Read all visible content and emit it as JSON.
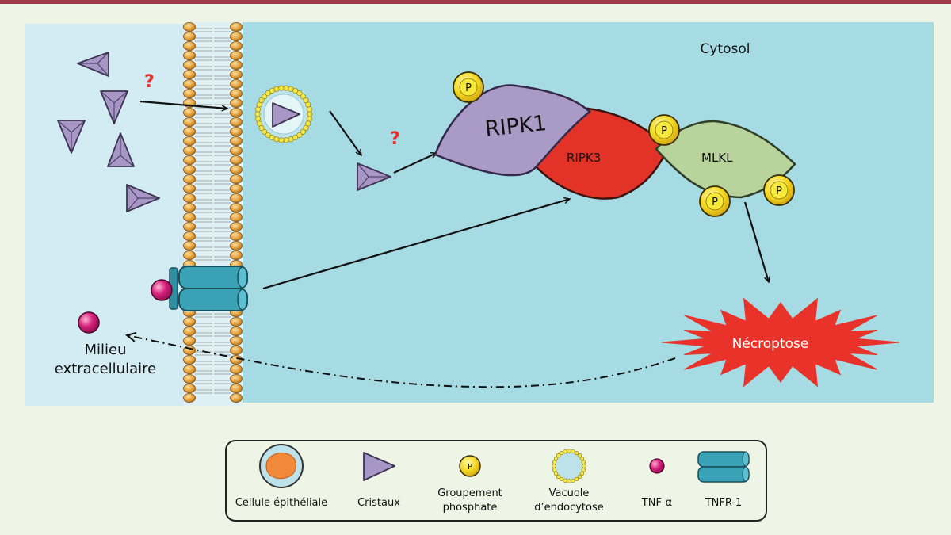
{
  "labels": {
    "cytosol": "Cytosol",
    "milieu_line1": "Milieu",
    "milieu_line2": "extracellulaire",
    "ripk1": "RIPK1",
    "ripk3": "RIPK3",
    "mlkl": "MLKL",
    "necroptose": "Nécroptose",
    "question": "?",
    "phosphate": "P"
  },
  "legend": {
    "items": [
      {
        "label_lines": [
          "Cellule épithéliale"
        ],
        "icon": "epithelial-cell-icon"
      },
      {
        "label_lines": [
          "Cristaux"
        ],
        "icon": "crystal-icon"
      },
      {
        "label_lines": [
          "Groupement",
          "phosphate"
        ],
        "icon": "phosphate-icon"
      },
      {
        "label_lines": [
          "Vacuole",
          "d’endocytose"
        ],
        "icon": "vacuole-icon"
      },
      {
        "label_lines": [
          "TNF-α"
        ],
        "icon": "tnf-alpha-icon"
      },
      {
        "label_lines": [
          "TNFR-1"
        ],
        "icon": "tnfr1-icon"
      }
    ]
  },
  "colors": {
    "background": "#eef5e6",
    "top_bar": "#9b3b4a",
    "extracellular": "#d3ebf2",
    "cytosol": "#a6dbe3",
    "membrane_bead": "#e3a03a",
    "crystal": "#a796c6",
    "ripk1": "#a99ac6",
    "ripk3": "#e33329",
    "mlkl": "#b8d49c",
    "phosphate": "#f3d820",
    "receptor": "#3aa2b6",
    "tnf": "#d7217d",
    "necroptose": "#e8322a"
  }
}
